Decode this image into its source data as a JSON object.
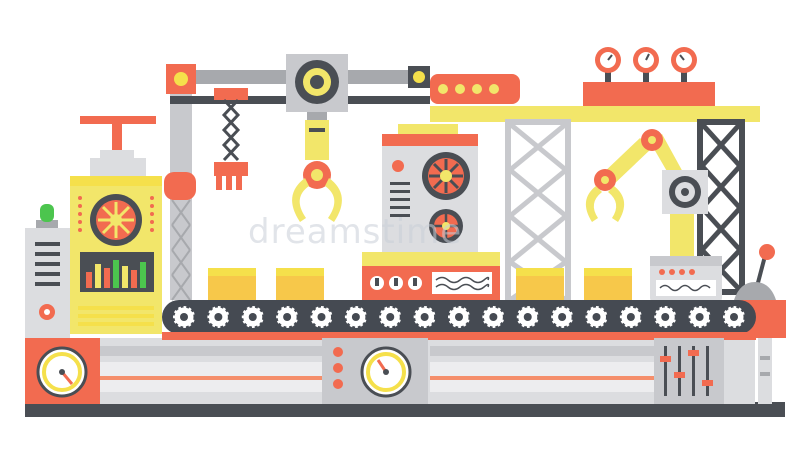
{
  "scene": {
    "subject": "factory-assembly-line",
    "watermark": "dreamstime"
  },
  "colors": {
    "orange": "#F26B50",
    "orange_light": "#F58E6B",
    "yellow": "#F5E04B",
    "yellow_pale": "#F2E66A",
    "box": "#F7C84A",
    "gray": "#C8C9CD",
    "gray_dark": "#A7A9AD",
    "charcoal": "#4A4E54",
    "belt": "#454A52",
    "green": "#4CC54E",
    "white": "#FFFFFF"
  },
  "icons": [
    "gear-icon",
    "robotic-claw-icon",
    "pressure-gauge-icon",
    "indicator-lamp-icon",
    "lever-icon",
    "valve-handle-icon"
  ],
  "conveyor": {
    "roller_count": 17,
    "box_count": 4
  },
  "gauges": {
    "top_gauge_count": 3,
    "dial_count": 2
  }
}
